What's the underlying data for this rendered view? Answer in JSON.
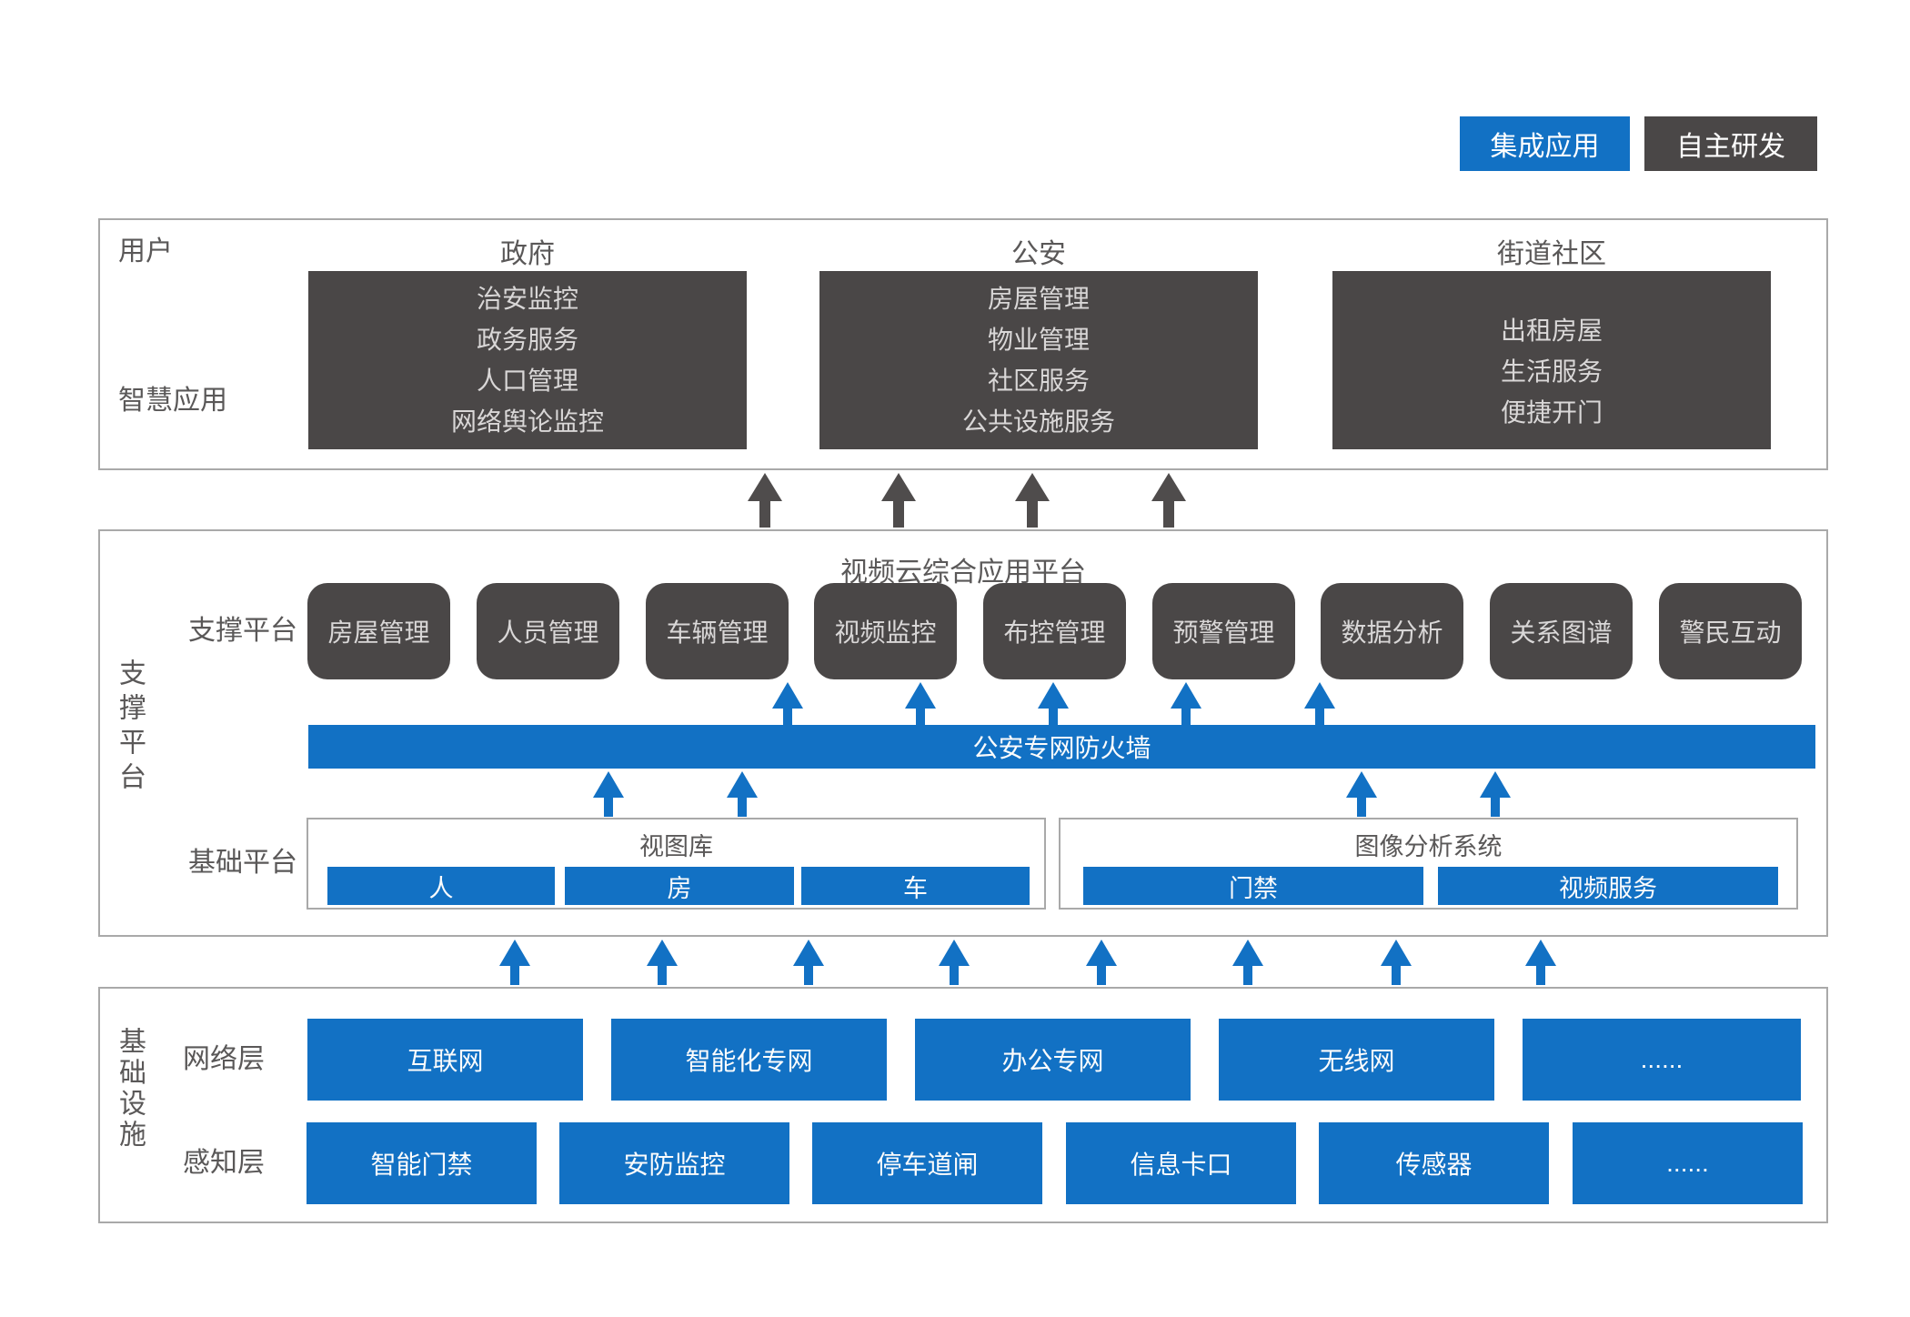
{
  "colors": {
    "accent_blue": "#1271c4",
    "dark_gray": "#4a4747",
    "border_gray": "#a9a9a9",
    "label_gray": "#5a5858"
  },
  "legend": {
    "integrated_label": "集成应用",
    "self_developed_label": "自主研发"
  },
  "application_layer": {
    "user_label": "用户",
    "smart_app_label": "智慧应用",
    "groups": [
      {
        "header": "政府",
        "items": [
          "治安监控",
          "政务服务",
          "人口管理",
          "网络舆论监控"
        ]
      },
      {
        "header": "公安",
        "items": [
          "房屋管理",
          "物业管理",
          "社区服务",
          "公共设施服务"
        ]
      },
      {
        "header": "街道社区",
        "items": [
          "出租房屋",
          "生活服务",
          "便捷开门"
        ]
      }
    ]
  },
  "support_layer": {
    "side_label": "支撑平台",
    "platform_title": "视频云综合应用平台",
    "support_row_label": "支撑平台",
    "modules": [
      "房屋管理",
      "人员管理",
      "车辆管理",
      "视频监控",
      "布控管理",
      "预警管理",
      "数据分析",
      "关系图谱",
      "警民互动"
    ],
    "firewall_label": "公安专网防火墙",
    "base_row_label": "基础平台",
    "base_groups": [
      {
        "title": "视图库",
        "items": [
          "人",
          "房",
          "车"
        ]
      },
      {
        "title": "图像分析系统",
        "items": [
          "门禁",
          "视频服务"
        ]
      }
    ]
  },
  "infrastructure_layer": {
    "side_label": "基础设施",
    "network_row": {
      "label": "网络层",
      "items": [
        "互联网",
        "智能化专网",
        "办公专网",
        "无线网",
        "......"
      ]
    },
    "sensing_row": {
      "label": "感知层",
      "items": [
        "智能门禁",
        "安防监控",
        "停车道闸",
        "信息卡口",
        "传感器",
        "......"
      ]
    }
  }
}
